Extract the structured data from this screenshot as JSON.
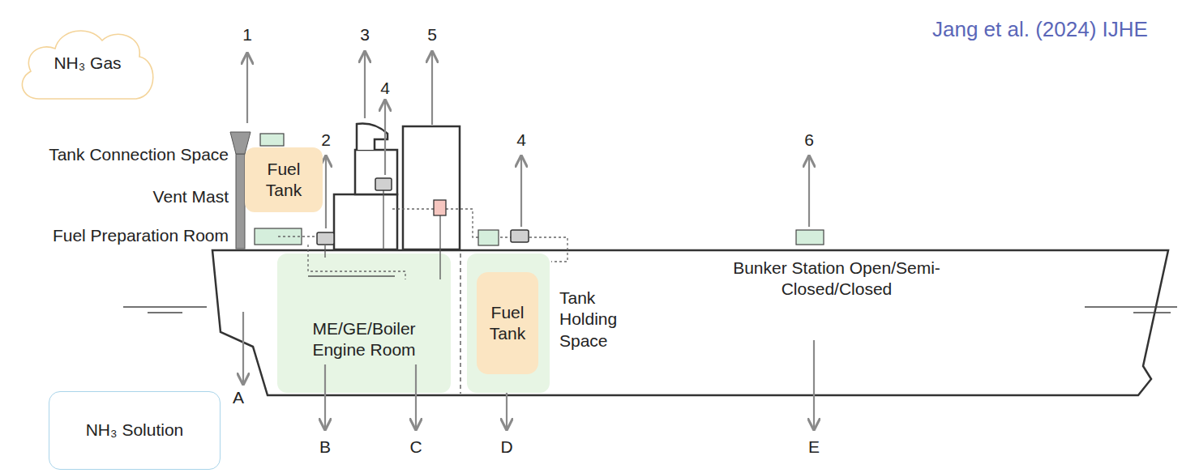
{
  "diagram": {
    "nodes": [
      {
        "text": [
          "NH₃ Gas"
        ]
      },
      {
        "text": [
          "Fuel Tank"
        ]
      },
      {
        "text": [
          "ME/GE/Boiler Engine Room"
        ]
      },
      {
        "text": [
          "Tank Holding Space"
        ]
      },
      {
        "text": [
          "Fuel Tank"
        ],
        "in": 3
      },
      {
        "text": [
          "NH₃ Solution"
        ]
      }
    ],
    "labels": [
      "Jang et al. (2024) IJHE",
      "1",
      "2",
      "3",
      "4",
      "5",
      "4",
      "6",
      "Tank Connection Space",
      "Vent Mast",
      "Fuel Preparation Room",
      "Bunker Station Open/Semi-Closed/Closed",
      "A",
      "B",
      "C",
      "D",
      "E"
    ]
  }
}
